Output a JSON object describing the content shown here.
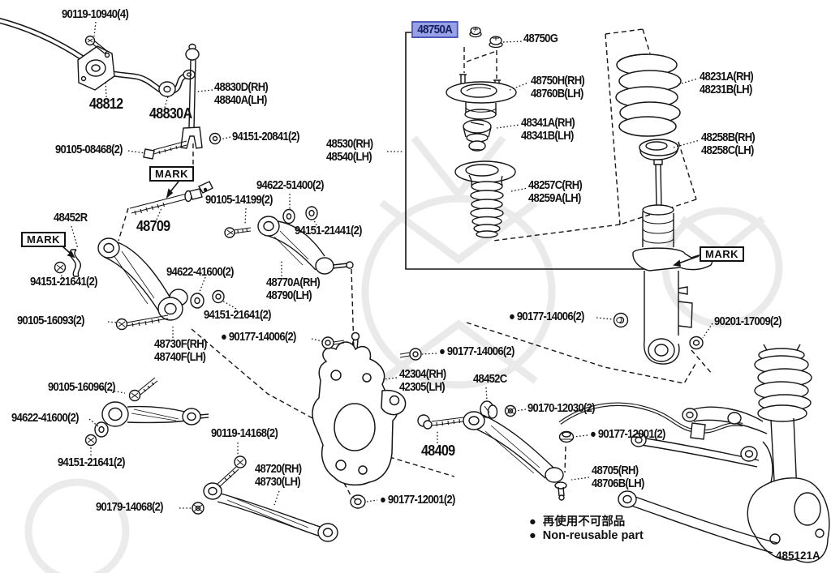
{
  "mark_label": "MARK",
  "highlight": {
    "fill": "#97a1e6",
    "border": "#4f58bd",
    "text_color": "#171c5e"
  },
  "footer": {
    "code": "485121A"
  },
  "legend": {
    "bullet": "●",
    "row1": "再使用不可部品",
    "row2": "Non-reusable part"
  },
  "labels": [
    {
      "name": "90119-10940",
      "l1": "90119-10940(4)"
    },
    {
      "name": "48812",
      "l1": "48812"
    },
    {
      "name": "48830A",
      "l1": "48830A"
    },
    {
      "name": "48830D",
      "l1": "48830D(RH)",
      "l2": "48840A(LH)"
    },
    {
      "name": "94151-20841",
      "l1": "94151-20841(2)"
    },
    {
      "name": "90105-08468",
      "l1": "90105-08468(2)"
    },
    {
      "name": "48452R",
      "l1": "48452R"
    },
    {
      "name": "94151-21641-a",
      "l1": "94151-21641(2)"
    },
    {
      "name": "48709",
      "l1": "48709"
    },
    {
      "name": "90105-14199",
      "l1": "90105-14199(2)"
    },
    {
      "name": "94622-51400",
      "l1": "94622-51400(2)"
    },
    {
      "name": "94151-21441",
      "l1": "94151-21441(2)"
    },
    {
      "name": "48770A",
      "l1": "48770A(RH)",
      "l2": "48790(LH)"
    },
    {
      "name": "90105-16093",
      "l1": "90105-16093(2)"
    },
    {
      "name": "48730F",
      "l1": "48730F(RH)",
      "l2": "48740F(LH)"
    },
    {
      "name": "90177-14006-a",
      "bullet": "●",
      "l1": "90177-14006(2)"
    },
    {
      "name": "94622-41600-a",
      "l1": "94622-41600(2)"
    },
    {
      "name": "94151-21641-b",
      "l1": "94151-21641(2)"
    },
    {
      "name": "42304",
      "l1": "42304(RH)",
      "l2": "42305(LH)"
    },
    {
      "name": "48452C",
      "l1": "48452C"
    },
    {
      "name": "90177-14006-b",
      "bullet": "●",
      "l1": "90177-14006(2)"
    },
    {
      "name": "90177-14006-c",
      "bullet": "●",
      "l1": "90177-14006(2)"
    },
    {
      "name": "90201-17009",
      "l1": "90201-17009(2)"
    },
    {
      "name": "90170-12030",
      "l1": "90170-12030(2)"
    },
    {
      "name": "90177-12001-a",
      "bullet": "●",
      "l1": "90177-12001(2)"
    },
    {
      "name": "48409",
      "l1": "48409"
    },
    {
      "name": "48705",
      "l1": "48705(RH)",
      "l2": "48706B(LH)"
    },
    {
      "name": "90119-14168",
      "l1": "90119-14168(2)"
    },
    {
      "name": "48720",
      "l1": "48720(RH)",
      "l2": "48730(LH)"
    },
    {
      "name": "90105-16096",
      "l1": "90105-16096(2)"
    },
    {
      "name": "94622-41600-b",
      "l1": "94622-41600(2)"
    },
    {
      "name": "94151-21641-c",
      "l1": "94151-21641(2)"
    },
    {
      "name": "90179-14068",
      "l1": "90179-14068(2)"
    },
    {
      "name": "90177-12001-b",
      "bullet": "●",
      "l1": "90177-12001(2)"
    },
    {
      "name": "48750A",
      "l1": "48750A"
    },
    {
      "name": "48750G",
      "l1": "48750G"
    },
    {
      "name": "48750H",
      "l1": "48750H(RH)",
      "l2": "48760B(LH)"
    },
    {
      "name": "48341A",
      "l1": "48341A(RH)",
      "l2": "48341B(LH)"
    },
    {
      "name": "48530",
      "l1": "48530(RH)",
      "l2": "48540(LH)"
    },
    {
      "name": "48257C",
      "l1": "48257C(RH)",
      "l2": "48259A(LH)"
    },
    {
      "name": "48231A",
      "l1": "48231A(RH)",
      "l2": "48231B(LH)"
    },
    {
      "name": "48258B",
      "l1": "48258B(RH)",
      "l2": "48258C(LH)"
    }
  ]
}
